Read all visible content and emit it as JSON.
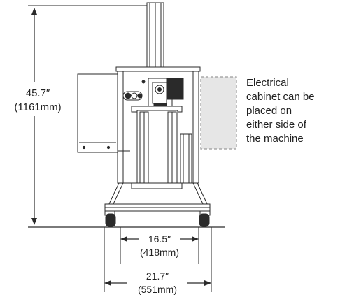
{
  "dimensions": {
    "height": {
      "value": "45.7″",
      "metric": "(1161mm)"
    },
    "inner_width": {
      "value": "16.5″",
      "metric": "(418mm)"
    },
    "outer_width": {
      "value": "21.7″",
      "metric": "(551mm)"
    }
  },
  "annotation": {
    "lines": [
      "Electrical",
      "cabinet can be",
      "placed on",
      "either side of",
      "the machine"
    ]
  },
  "colors": {
    "line": "#2a2a2a",
    "cabinet_fill": "#e6e6e6",
    "cabinet_stroke": "#9a9a9a"
  }
}
